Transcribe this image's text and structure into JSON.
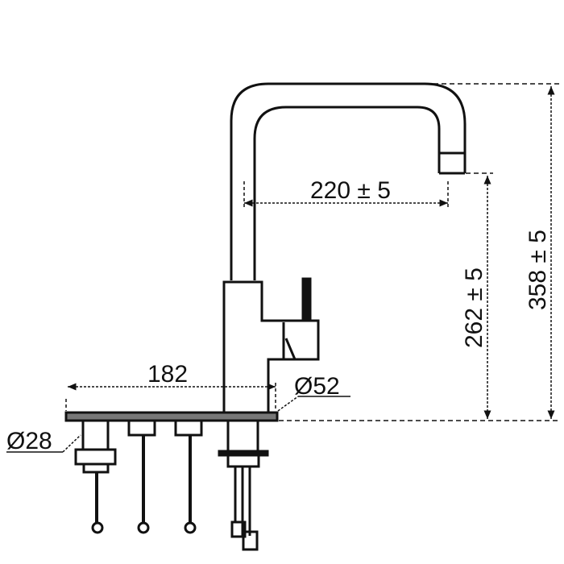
{
  "diagram": {
    "type": "technical-drawing",
    "subject": "kitchen faucet side elevation",
    "dimensions": {
      "spout_reach": "220 ± 5",
      "spout_height": "262 ± 5",
      "total_height": "358 ± 5",
      "tap_hole_spacing": "182",
      "body_diameter": "Ø52",
      "hole_diameter": "Ø28"
    },
    "colors": {
      "line": "#111111",
      "background": "#ffffff"
    }
  }
}
